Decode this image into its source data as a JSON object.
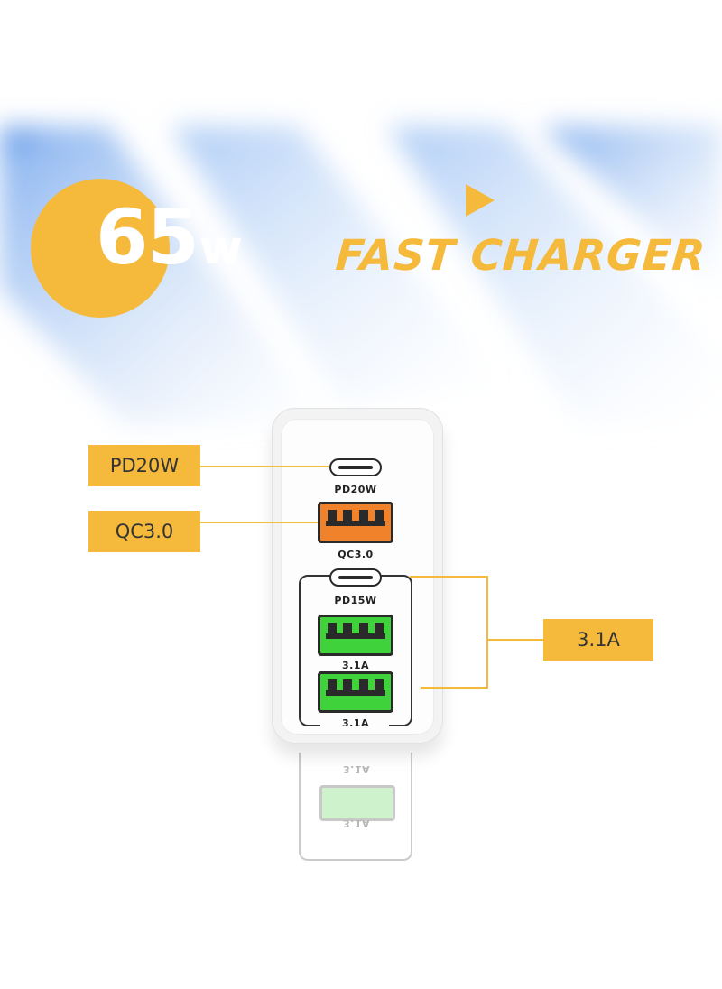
{
  "badge": {
    "number": "65",
    "unit": "w"
  },
  "headline": "FAST CHARGER",
  "ports": [
    {
      "type": "usb-c",
      "label": "PD20W"
    },
    {
      "type": "usb-a",
      "label": "QC3.0",
      "color": "#f0822c"
    },
    {
      "type": "usb-c",
      "label": "PD15W"
    },
    {
      "type": "usb-a",
      "label": "3.1A",
      "color": "#3fd23a"
    },
    {
      "type": "usb-a",
      "label": "3.1A",
      "color": "#3fd23a"
    }
  ],
  "callouts": [
    {
      "label": "PD20W"
    },
    {
      "label": "QC3.0"
    },
    {
      "label": "3.1A"
    }
  ],
  "colors": {
    "accent": "#f5b93c",
    "background": "#ffffff",
    "streak": "#8fb9f0"
  }
}
